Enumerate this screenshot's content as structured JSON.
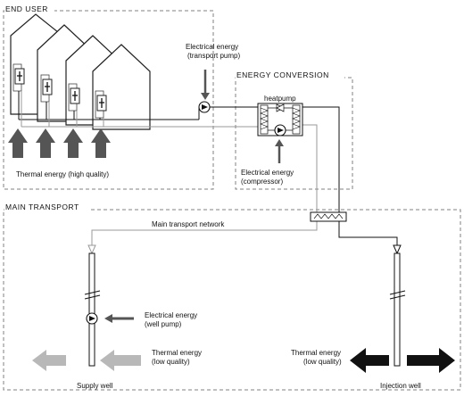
{
  "sections": {
    "end_user": "END USER",
    "energy_conversion": "ENERGY CONVERSION",
    "main_transport": "MAIN TRANSPORT"
  },
  "labels": {
    "transport_pump_1": "Electrical energy",
    "transport_pump_2": "(transport pump)",
    "thermal_high": "Thermal energy (high quality)",
    "heatpump": "heatpump",
    "compressor_1": "Electrical energy",
    "compressor_2": "(compressor)",
    "network": "Main transport network",
    "well_pump_1": "Electrical energy",
    "well_pump_2": "(well pump)",
    "thermal_low_left_1": "Thermal energy",
    "thermal_low_left_2": "(low quality)",
    "thermal_low_right_1": "Thermal energy",
    "thermal_low_right_2": "(low quality)",
    "supply_well": "Supply well",
    "injection_well": "Injection well"
  },
  "colors": {
    "dark_arrow": "#555555",
    "light_arrow": "#b8b8b8",
    "black_arrow": "#111111",
    "supply_pipe": "#9a9a9a",
    "return_pipe": "#111111",
    "section_border": "#808080"
  },
  "icons": {
    "house": "house-icon",
    "radiator": "radiator-icon",
    "pump": "pump-icon",
    "heat_exchanger": "heat-exchanger-icon"
  }
}
